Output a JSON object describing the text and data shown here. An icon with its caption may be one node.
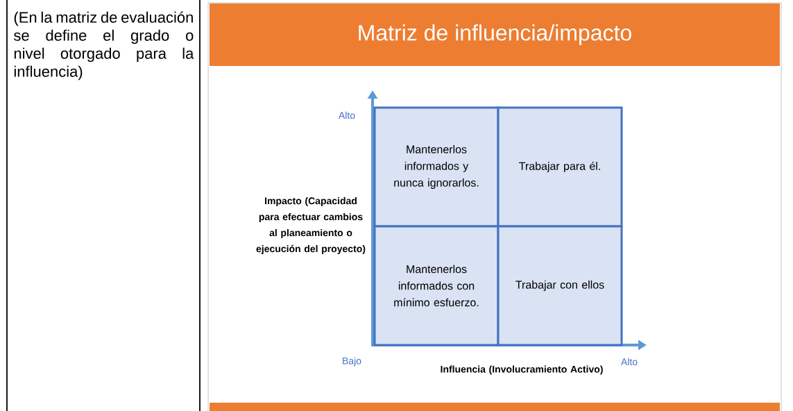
{
  "diagram": {
    "title": "Matriz de influencia/impacto",
    "nodes": [
      {
        "text": [
          "(En la matriz de evaluación se define el grado o nivel otorgado para la influencia)"
        ]
      },
      {
        "text": [
          "Mantenerlos informados y nunca ignorarlos."
        ]
      },
      {
        "text": [
          "Trabajar para él."
        ]
      },
      {
        "text": [
          "Mantenerlos informados con mínimo esfuerzo."
        ]
      },
      {
        "text": [
          "Trabajar con ellos"
        ]
      }
    ],
    "labels": [
      "Alto",
      "Impacto (Capacidad para efectuar cambios al planeamiento o ejecución del proyecto)",
      "Bajo",
      "Influencia (Involucramiento Activo)",
      "Alto"
    ]
  }
}
